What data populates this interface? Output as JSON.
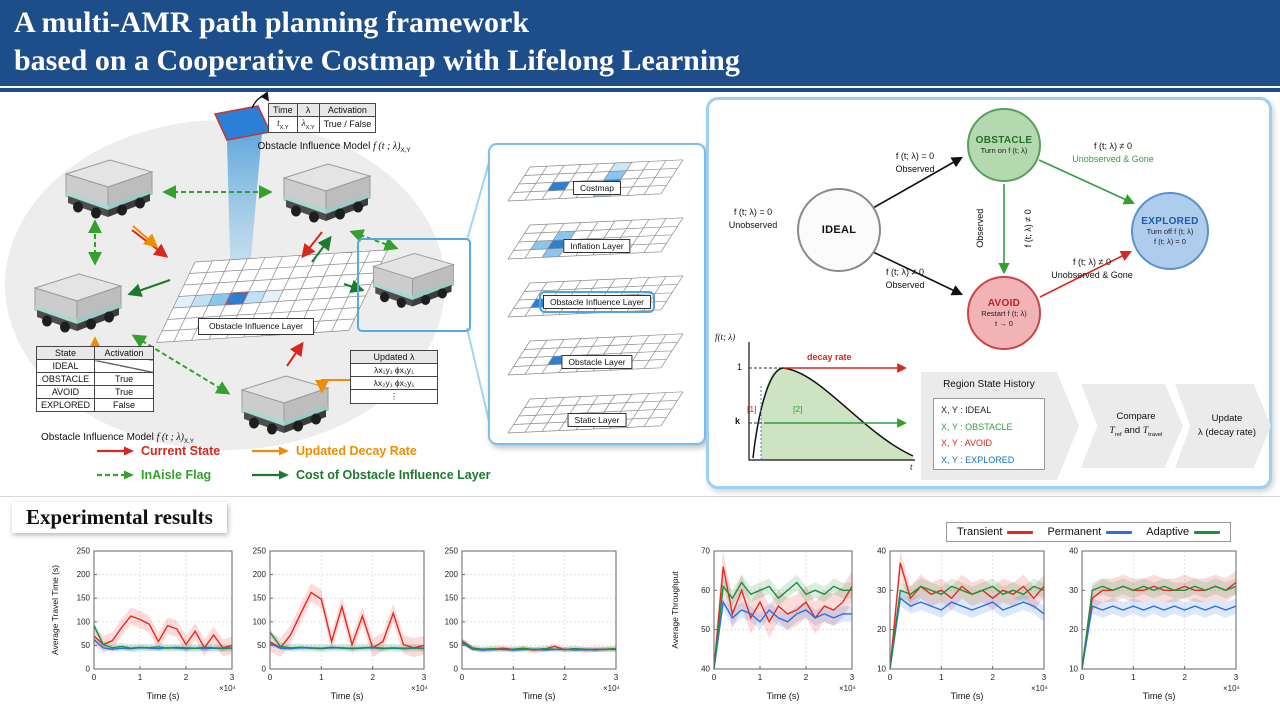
{
  "header": {
    "line1": "A multi-AMR path planning framework",
    "line2": "based on a Cooperative Costmap with Lifelong Learning",
    "bg_color": "#1d4e89"
  },
  "left": {
    "time_table": {
      "headers": [
        "Time",
        "λ",
        "Activation"
      ],
      "row": {
        "time_base": "t",
        "time_sub": "X,Y",
        "lambda_base": "λ",
        "lambda_sub": "X,Y",
        "activation": "True / False"
      },
      "caption_base": "Obstacle Influence Model ",
      "caption_math": "f (t ; λ)",
      "caption_sub": "X,Y"
    },
    "grid_label": "Obstacle Influence Layer",
    "state_table": {
      "headers": [
        "State",
        "Activation"
      ],
      "rows": [
        {
          "state": "IDEAL",
          "activation": ""
        },
        {
          "state": "OBSTACLE",
          "activation": "True"
        },
        {
          "state": "AVOID",
          "activation": "True"
        },
        {
          "state": "EXPLORED",
          "activation": "False"
        }
      ],
      "caption_base": "Obstacle Influence Model ",
      "caption_math": "f (t ; λ)",
      "caption_sub": "X,Y"
    },
    "lambda_table": {
      "header": "Updated λ",
      "rows": [
        "λx₁y₁ ϕx₁y₁",
        "λx₂y₁ ϕx₂y₁",
        "⋮"
      ]
    },
    "legend": [
      {
        "label": "Current State",
        "color": "#d6281e",
        "dash": "solid"
      },
      {
        "label": "Updated Decay Rate",
        "color": "#f08c00",
        "dash": "solid"
      },
      {
        "label": "InAisle Flag",
        "color": "#35a02c",
        "dash": "dashed"
      },
      {
        "label": "Cost of Obstacle Influence Layer",
        "color": "#1d7a2c",
        "dash": "solid"
      }
    ]
  },
  "stack": {
    "layers": [
      "Costmap",
      "Inflation Layer",
      "Obstacle Influence Layer",
      "Obstacle Layer",
      "Static Layer"
    ]
  },
  "sm": {
    "ideal_label": "IDEAL",
    "obstacle_label": "OBSTACLE",
    "obstacle_sub": "Turn on f (t; λ)",
    "explored_label": "EXPLORED",
    "explored_sub1": "Turn off f (t; λ)",
    "explored_sub2": "f (t; λ) = 0",
    "avoid_label": "AVOID",
    "avoid_sub1": "Restart f (t; λ)",
    "avoid_sub2": "t → 0",
    "unobserved_line1": "f (t; λ) = 0",
    "unobserved_line2": "Unobserved",
    "io_line1": "f (t; λ) = 0",
    "io_line2": "Observed",
    "oe_line1": "f (t; λ) ≠ 0",
    "oe_line2": "Unobserved & Gone",
    "oa_left": "Observed",
    "oa_right": "f (t; λ) ≠ 0",
    "ia_line1": "f (t; λ) ≠ 0",
    "ia_line2": "Observed",
    "ae_line1": "f (t; λ) ≠ 0",
    "ae_line2": "Unobserved & Gone"
  },
  "decay": {
    "ylabel": "f(t; λ)",
    "one": "1",
    "k": "k",
    "t": "t",
    "rate_label": "decay rate",
    "marker1": "[1]",
    "marker2": "[2]"
  },
  "history": {
    "title": "Region State History",
    "entries": [
      {
        "text": "X, Y : IDEAL",
        "color": "#222222"
      },
      {
        "text": "X, Y : OBSTACLE",
        "color": "#2f9e44"
      },
      {
        "text": "X, Y : AVOID",
        "color": "#d6281e"
      },
      {
        "text": "X, Y : EXPLORED",
        "color": "#1971c2"
      }
    ],
    "compare_line1": "Compare",
    "compare_t1": "T",
    "compare_s1": "ref",
    "compare_mid": " and ",
    "compare_t2": "T",
    "compare_s2": "travel",
    "update_line1": "Update",
    "update_line2": "λ (decay rate)"
  },
  "results": {
    "heading": "Experimental results",
    "legend": [
      {
        "label": "Transient",
        "color": "#e8281e"
      },
      {
        "label": "Permanent",
        "color": "#2b6fe3"
      },
      {
        "label": "Adaptive",
        "color": "#1e8f3e"
      }
    ]
  },
  "chart_data": [
    {
      "type": "line",
      "ylabel": "Average Travel Time (s)",
      "xlabel": "Time (s)",
      "x_scale_label": "×10⁴",
      "ylim": [
        0,
        250
      ],
      "yticks": [
        0,
        50,
        100,
        150,
        200,
        250
      ],
      "xticks": [
        0,
        1,
        2,
        3
      ],
      "x": [
        0,
        0.2,
        0.4,
        0.6,
        0.8,
        1,
        1.2,
        1.4,
        1.6,
        1.8,
        2,
        2.2,
        2.4,
        2.6,
        2.8,
        3
      ],
      "series": [
        {
          "name": "Transient",
          "color": "#e8281e",
          "band": 18,
          "values": [
            70,
            52,
            60,
            88,
            112,
            105,
            95,
            58,
            92,
            85,
            52,
            80,
            45,
            72,
            45,
            50
          ]
        },
        {
          "name": "Permanent",
          "color": "#2b6fe3",
          "band": 5,
          "values": [
            62,
            45,
            42,
            44,
            43,
            45,
            44,
            43,
            45,
            44,
            43,
            44,
            43,
            44,
            43,
            44
          ]
        },
        {
          "name": "Adaptive",
          "color": "#1e8f3e",
          "band": 8,
          "values": [
            92,
            52,
            45,
            48,
            44,
            46,
            45,
            47,
            44,
            46,
            45,
            44,
            46,
            45,
            44,
            45
          ]
        }
      ]
    },
    {
      "type": "line",
      "ylabel": "",
      "xlabel": "Time (s)",
      "x_scale_label": "×10⁴",
      "ylim": [
        0,
        250
      ],
      "yticks": [
        0,
        50,
        100,
        150,
        200,
        250
      ],
      "xticks": [
        0,
        1,
        2,
        3
      ],
      "x": [
        0,
        0.2,
        0.4,
        0.6,
        0.8,
        1,
        1.2,
        1.4,
        1.6,
        1.8,
        2,
        2.2,
        2.4,
        2.6,
        2.8,
        3
      ],
      "series": [
        {
          "name": "Transient",
          "color": "#e8281e",
          "band": 20,
          "values": [
            58,
            45,
            72,
            118,
            162,
            148,
            58,
            132,
            52,
            112,
            45,
            58,
            118,
            52,
            45,
            50
          ]
        },
        {
          "name": "Permanent",
          "color": "#2b6fe3",
          "band": 4,
          "values": [
            54,
            44,
            43,
            45,
            44,
            43,
            45,
            44,
            43,
            44,
            45,
            43,
            44,
            43,
            44,
            43
          ]
        },
        {
          "name": "Adaptive",
          "color": "#1e8f3e",
          "band": 8,
          "values": [
            78,
            48,
            45,
            46,
            45,
            44,
            46,
            45,
            44,
            45,
            46,
            44,
            45,
            44,
            45,
            44
          ]
        }
      ]
    },
    {
      "type": "line",
      "ylabel": "",
      "xlabel": "Time (s)",
      "x_scale_label": "×10⁴",
      "ylim": [
        0,
        250
      ],
      "yticks": [
        0,
        50,
        100,
        150,
        200,
        250
      ],
      "xticks": [
        0,
        1,
        2,
        3
      ],
      "x": [
        0,
        0.2,
        0.4,
        0.6,
        0.8,
        1,
        1.2,
        1.4,
        1.6,
        1.8,
        2,
        2.2,
        2.4,
        2.6,
        2.8,
        3
      ],
      "series": [
        {
          "name": "Transient",
          "color": "#e8281e",
          "band": 6,
          "values": [
            60,
            45,
            40,
            42,
            44,
            41,
            43,
            40,
            42,
            48,
            41,
            43,
            40,
            42,
            41,
            43
          ]
        },
        {
          "name": "Permanent",
          "color": "#2b6fe3",
          "band": 4,
          "values": [
            55,
            42,
            40,
            41,
            42,
            40,
            41,
            42,
            40,
            41,
            42,
            40,
            41,
            40,
            42,
            41
          ]
        },
        {
          "name": "Adaptive",
          "color": "#1e8f3e",
          "band": 5,
          "values": [
            58,
            44,
            42,
            43,
            41,
            42,
            44,
            41,
            43,
            42,
            41,
            43,
            42,
            41,
            42,
            43
          ]
        }
      ]
    },
    {
      "type": "line",
      "ylabel": "Average Throughput",
      "xlabel": "Time (s)",
      "x_scale_label": "×10⁴",
      "ylim": [
        40,
        70
      ],
      "yticks": [
        40,
        50,
        60,
        70
      ],
      "xticks": [
        0,
        1,
        2,
        3
      ],
      "x": [
        0,
        0.2,
        0.4,
        0.6,
        0.8,
        1,
        1.2,
        1.4,
        1.6,
        1.8,
        2,
        2.2,
        2.4,
        2.6,
        2.8,
        3
      ],
      "series": [
        {
          "name": "Transient",
          "color": "#e8281e",
          "band": 4,
          "values": [
            40,
            66,
            54,
            60,
            53,
            57,
            52,
            56,
            54,
            55,
            57,
            53,
            56,
            55,
            57,
            61
          ]
        },
        {
          "name": "Permanent",
          "color": "#2b6fe3",
          "band": 2,
          "values": [
            40,
            57,
            53,
            55,
            54,
            52,
            55,
            53,
            52,
            54,
            55,
            53,
            54,
            53,
            54,
            54
          ]
        },
        {
          "name": "Adaptive",
          "color": "#1e8f3e",
          "band": 2,
          "values": [
            40,
            61,
            58,
            62,
            59,
            60,
            61,
            58,
            60,
            62,
            59,
            60,
            59,
            61,
            60,
            60
          ]
        }
      ]
    },
    {
      "type": "line",
      "ylabel": "",
      "xlabel": "Time (s)",
      "x_scale_label": "×10⁴",
      "ylim": [
        10,
        40
      ],
      "yticks": [
        10,
        20,
        30,
        40
      ],
      "xticks": [
        0,
        1,
        2,
        3
      ],
      "x": [
        0,
        0.2,
        0.4,
        0.6,
        0.8,
        1,
        1.2,
        1.4,
        1.6,
        1.8,
        2,
        2.2,
        2.4,
        2.6,
        2.8,
        3
      ],
      "series": [
        {
          "name": "Transient",
          "color": "#e8281e",
          "band": 3,
          "values": [
            10,
            37,
            28,
            31,
            29,
            30,
            28,
            31,
            29,
            30,
            28,
            30,
            29,
            31,
            28,
            31
          ]
        },
        {
          "name": "Permanent",
          "color": "#2b6fe3",
          "band": 2,
          "values": [
            10,
            28,
            26,
            27,
            26,
            25,
            27,
            26,
            25,
            26,
            27,
            25,
            26,
            27,
            26,
            24
          ]
        },
        {
          "name": "Adaptive",
          "color": "#1e8f3e",
          "band": 2,
          "values": [
            10,
            30,
            29,
            31,
            30,
            29,
            31,
            30,
            29,
            30,
            31,
            29,
            30,
            29,
            31,
            30
          ]
        }
      ]
    },
    {
      "type": "line",
      "ylabel": "",
      "xlabel": "Time (s)",
      "x_scale_label": "×10⁴",
      "ylim": [
        10,
        40
      ],
      "yticks": [
        10,
        20,
        30,
        40
      ],
      "xticks": [
        0,
        1,
        2,
        3
      ],
      "x": [
        0,
        0.2,
        0.4,
        0.6,
        0.8,
        1,
        1.2,
        1.4,
        1.6,
        1.8,
        2,
        2.2,
        2.4,
        2.6,
        2.8,
        3
      ],
      "series": [
        {
          "name": "Transient",
          "color": "#e8281e",
          "band": 3,
          "values": [
            10,
            28,
            30,
            30,
            31,
            30,
            30,
            31,
            30,
            30,
            31,
            30,
            30,
            31,
            30,
            32
          ]
        },
        {
          "name": "Permanent",
          "color": "#2b6fe3",
          "band": 2,
          "values": [
            10,
            26,
            25,
            26,
            25,
            26,
            25,
            26,
            25,
            26,
            25,
            26,
            25,
            26,
            25,
            26
          ]
        },
        {
          "name": "Adaptive",
          "color": "#1e8f3e",
          "band": 2,
          "values": [
            10,
            30,
            31,
            30,
            31,
            30,
            31,
            30,
            31,
            30,
            30,
            31,
            30,
            31,
            30,
            31
          ]
        }
      ]
    }
  ]
}
